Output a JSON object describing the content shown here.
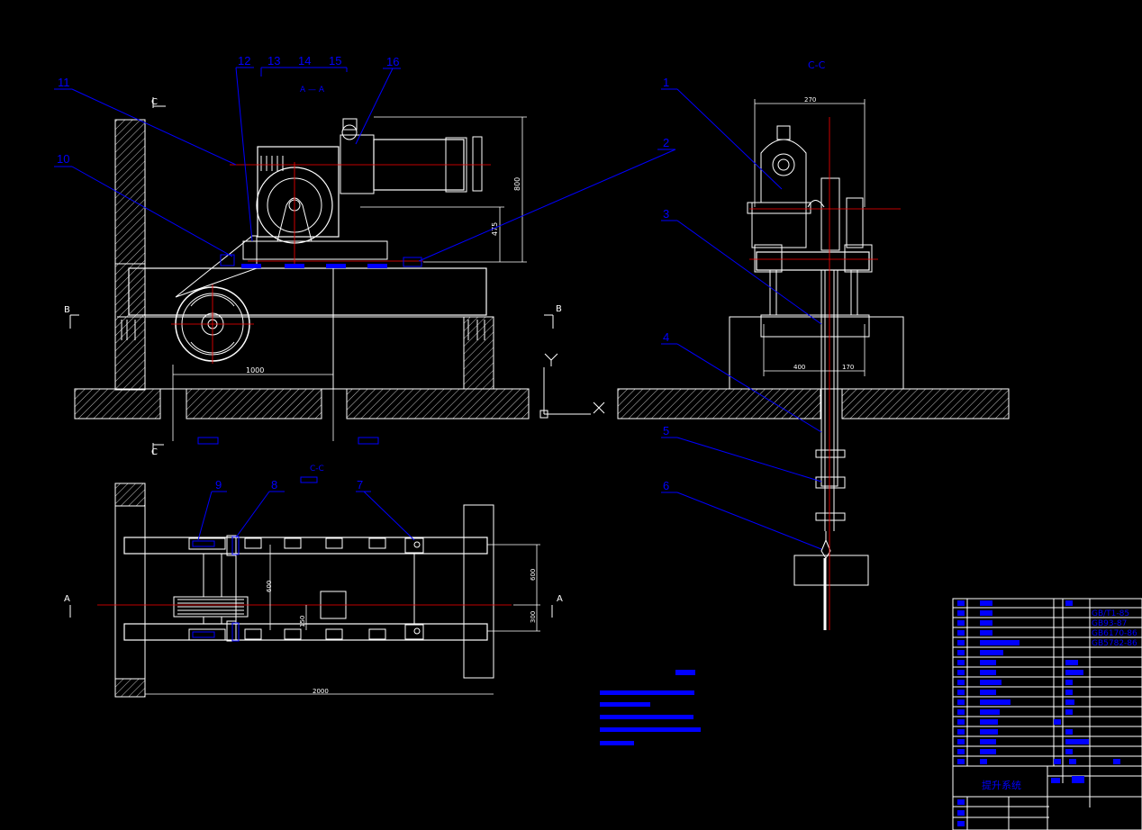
{
  "colors": {
    "background": "#000000",
    "outline": "#ffffff",
    "annotation": "#0000ff",
    "centerline": "#ff0000",
    "dimension": "#ffffff"
  },
  "main_view": {
    "section_mark_top": "C",
    "section_mark_bottom": "C",
    "section_mark_b_left": "B",
    "section_mark_b_right": "B",
    "view_label": "A — A",
    "dims": {
      "height_overall": "800",
      "height_axis": "475",
      "width_base": "1000"
    }
  },
  "side_view": {
    "view_label": "C-C",
    "dims": {
      "top_width": "270",
      "base_left": "400",
      "base_right": "170"
    }
  },
  "plan_view": {
    "view_label": "C-C",
    "section_mark_left": "A",
    "section_mark_right": "A",
    "dims": {
      "overall_length": "2000",
      "inner_width": "600",
      "center_offset": "600",
      "half_width": "300",
      "small": "150"
    }
  },
  "axes": {
    "y": "Y",
    "x": "X"
  },
  "callouts": {
    "n1": "1",
    "n2": "2",
    "n3": "3",
    "n4": "4",
    "n5": "5",
    "n6": "6",
    "n7": "7",
    "n8": "8",
    "n9": "9",
    "n10": "10",
    "n11": "11",
    "n12": "12",
    "n13": "13",
    "n14": "14",
    "n15": "15",
    "n16": "16"
  },
  "title_block": {
    "drawing_title": "提升系统",
    "std_1": "GB/T1-85",
    "std_2": "GB93-87",
    "std_3": "GB6170-86",
    "std_4": "GB5782-86"
  }
}
